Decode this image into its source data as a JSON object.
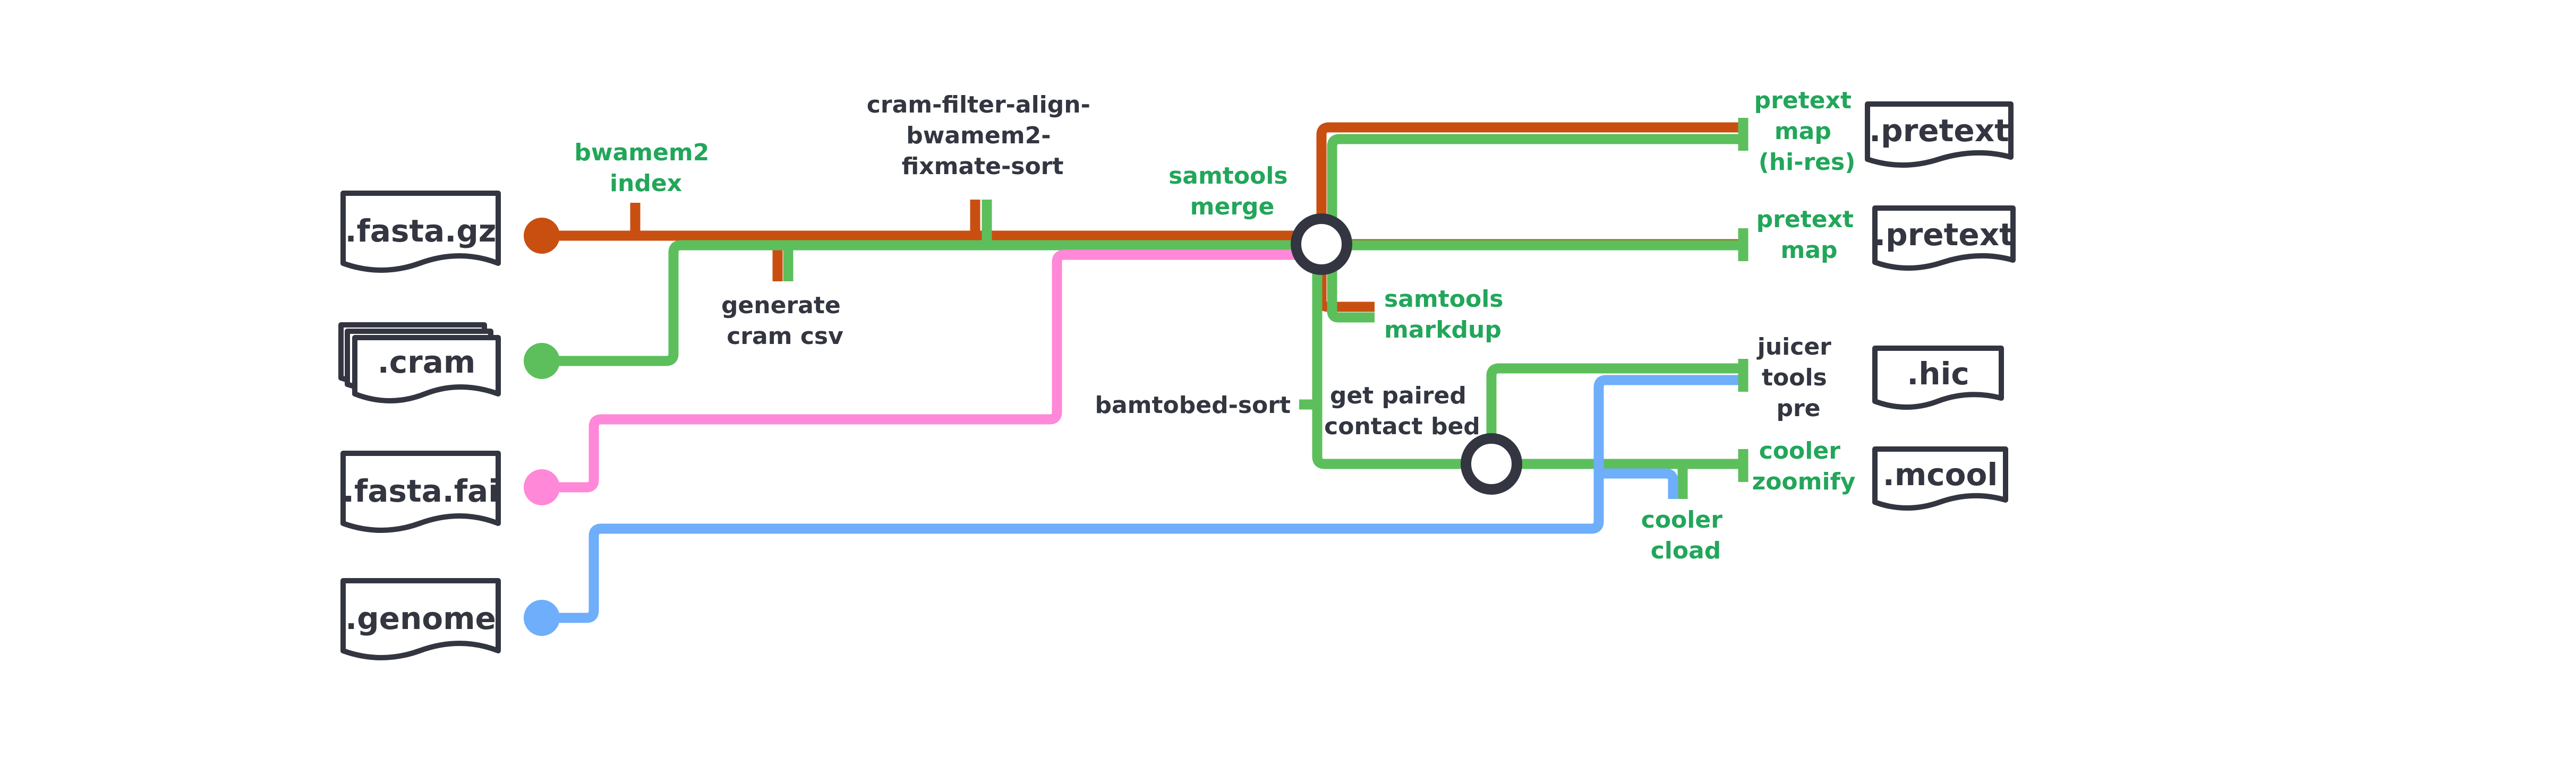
{
  "colors": {
    "reference": "#c94f11",
    "hic": "#5cbf5c",
    "fai": "#ff88d8",
    "genome": "#6eaefa",
    "label_green": "#22a65a",
    "label_dark": "#333640",
    "doc_border": "#333640"
  },
  "inputs": {
    "fasta_gz": ".fasta.gz",
    "cram": ".cram",
    "fasta_fai": ".fasta.fai",
    "genome": ".genome"
  },
  "outputs": {
    "pretext_hires": ".pretext",
    "pretext": ".pretext",
    "hic": ".hic",
    "mcool": ".mcool"
  },
  "steps": {
    "bwamem2_index": [
      "bwamem2",
      "index"
    ],
    "generate_cram_csv": [
      "generate",
      "cram csv"
    ],
    "cram_filter": [
      "cram-filter-align-",
      "bwamem2-",
      "fixmate-sort"
    ],
    "samtools_merge": [
      "samtools",
      "merge"
    ],
    "samtools_markdup": [
      "samtools",
      "markdup"
    ],
    "bamtobed_sort": "bamtobed-sort",
    "get_paired_contact_bed": [
      "get paired",
      "contact bed"
    ],
    "pretext_map_hires": [
      "pretext",
      "map",
      "(hi-res)"
    ],
    "pretext_map": [
      "pretext",
      "map"
    ],
    "juicer_tools_pre": [
      "juicer",
      "tools",
      "pre"
    ],
    "cooler_zoomify": [
      "cooler",
      "zoomify"
    ],
    "cooler_cload": [
      "cooler",
      "cload"
    ]
  }
}
